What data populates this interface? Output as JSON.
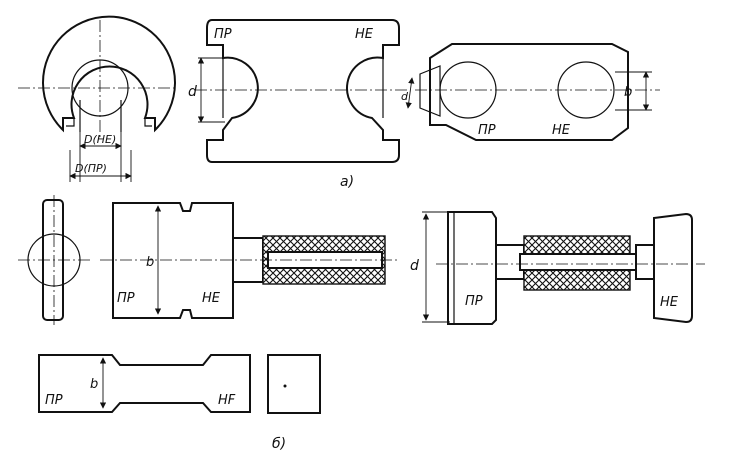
{
  "labels": {
    "pr": "ПР",
    "ne": "НЕ",
    "ne_alt": "НF",
    "d": "d",
    "D": "D",
    "b": "b",
    "D_ne": "D(НЕ)",
    "D_pr": "D(ПР)",
    "caption_a": "а)",
    "caption_b": "б)"
  }
}
